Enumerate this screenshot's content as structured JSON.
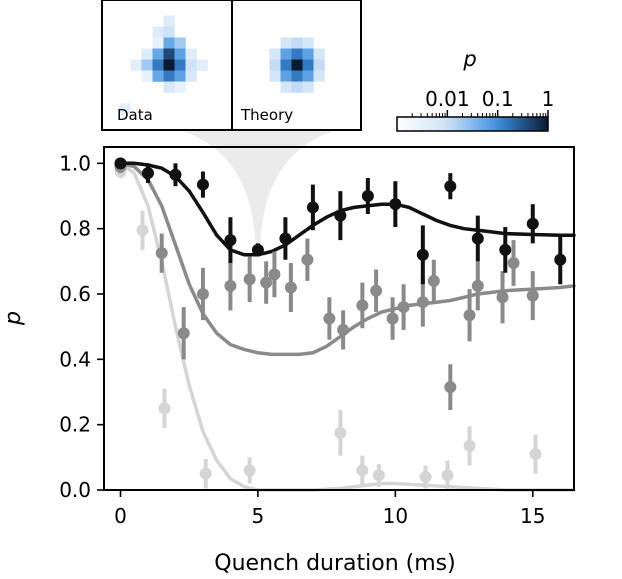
{
  "chart_data": [
    {
      "type": "scatter",
      "title": "",
      "xlabel": "Quench duration (ms)",
      "ylabel": "p",
      "xlim": [
        -0.6,
        16.5
      ],
      "ylim": [
        0,
        1.05
      ],
      "x_ticks": [
        0,
        5,
        10,
        15
      ],
      "y_ticks": [
        0.0,
        0.2,
        0.4,
        0.6,
        0.8,
        1.0
      ],
      "grid": false,
      "legend": "none",
      "series": [
        {
          "color": "#111111",
          "points": [
            {
              "x": 0,
              "y": 1.0,
              "err": 0.015
            },
            {
              "x": 1,
              "y": 0.97,
              "err": 0.03
            },
            {
              "x": 2,
              "y": 0.965,
              "err": 0.035
            },
            {
              "x": 3,
              "y": 0.935,
              "err": 0.04
            },
            {
              "x": 4,
              "y": 0.765,
              "err": 0.07
            },
            {
              "x": 5,
              "y": 0.735,
              "err": 0.02
            },
            {
              "x": 6,
              "y": 0.77,
              "err": 0.065
            },
            {
              "x": 7,
              "y": 0.865,
              "err": 0.07
            },
            {
              "x": 8,
              "y": 0.84,
              "err": 0.075
            },
            {
              "x": 9,
              "y": 0.9,
              "err": 0.055
            },
            {
              "x": 10,
              "y": 0.875,
              "err": 0.07
            },
            {
              "x": 11,
              "y": 0.72,
              "err": 0.09
            },
            {
              "x": 12,
              "y": 0.93,
              "err": 0.04
            },
            {
              "x": 13,
              "y": 0.77,
              "err": 0.07
            },
            {
              "x": 14,
              "y": 0.735,
              "err": 0.07
            },
            {
              "x": 15,
              "y": 0.815,
              "err": 0.06
            },
            {
              "x": 16,
              "y": 0.705,
              "err": 0.075
            }
          ],
          "curve": [
            [
              0,
              1.0
            ],
            [
              0.5,
              1.0
            ],
            [
              1,
              0.995
            ],
            [
              1.5,
              0.985
            ],
            [
              2,
              0.96
            ],
            [
              2.5,
              0.915
            ],
            [
              3,
              0.85
            ],
            [
              3.5,
              0.78
            ],
            [
              4,
              0.735
            ],
            [
              4.5,
              0.72
            ],
            [
              5,
              0.72
            ],
            [
              5.5,
              0.73
            ],
            [
              6,
              0.75
            ],
            [
              6.5,
              0.78
            ],
            [
              7,
              0.81
            ],
            [
              7.5,
              0.835
            ],
            [
              8,
              0.855
            ],
            [
              8.5,
              0.865
            ],
            [
              9,
              0.87
            ],
            [
              9.5,
              0.875
            ],
            [
              10,
              0.875
            ],
            [
              10.5,
              0.865
            ],
            [
              11,
              0.845
            ],
            [
              11.5,
              0.825
            ],
            [
              12,
              0.81
            ],
            [
              12.5,
              0.8
            ],
            [
              13,
              0.795
            ],
            [
              13.5,
              0.79
            ],
            [
              14,
              0.785
            ],
            [
              15,
              0.782
            ],
            [
              16,
              0.78
            ],
            [
              16.5,
              0.78
            ]
          ]
        },
        {
          "color": "#8a8a8a",
          "points": [
            {
              "x": 0,
              "y": 0.99,
              "err": 0.02
            },
            {
              "x": 1.5,
              "y": 0.725,
              "err": 0.06
            },
            {
              "x": 2.3,
              "y": 0.48,
              "err": 0.08
            },
            {
              "x": 3,
              "y": 0.6,
              "err": 0.08
            },
            {
              "x": 4,
              "y": 0.625,
              "err": 0.075
            },
            {
              "x": 4.7,
              "y": 0.645,
              "err": 0.07
            },
            {
              "x": 5.3,
              "y": 0.635,
              "err": 0.065
            },
            {
              "x": 5.6,
              "y": 0.66,
              "err": 0.07
            },
            {
              "x": 6.2,
              "y": 0.62,
              "err": 0.075
            },
            {
              "x": 6.8,
              "y": 0.705,
              "err": 0.065
            },
            {
              "x": 7.6,
              "y": 0.525,
              "err": 0.065
            },
            {
              "x": 8.1,
              "y": 0.49,
              "err": 0.06
            },
            {
              "x": 8.8,
              "y": 0.565,
              "err": 0.07
            },
            {
              "x": 9.3,
              "y": 0.61,
              "err": 0.065
            },
            {
              "x": 9.9,
              "y": 0.525,
              "err": 0.065
            },
            {
              "x": 10.3,
              "y": 0.56,
              "err": 0.07
            },
            {
              "x": 11.0,
              "y": 0.575,
              "err": 0.075
            },
            {
              "x": 11.4,
              "y": 0.64,
              "err": 0.065
            },
            {
              "x": 12.0,
              "y": 0.315,
              "err": 0.07
            },
            {
              "x": 12.7,
              "y": 0.535,
              "err": 0.08
            },
            {
              "x": 13.0,
              "y": 0.625,
              "err": 0.075
            },
            {
              "x": 13.9,
              "y": 0.59,
              "err": 0.08
            },
            {
              "x": 14.3,
              "y": 0.695,
              "err": 0.07
            },
            {
              "x": 15.0,
              "y": 0.595,
              "err": 0.075
            }
          ],
          "curve": [
            [
              0,
              1.0
            ],
            [
              0.5,
              0.99
            ],
            [
              1,
              0.95
            ],
            [
              1.5,
              0.87
            ],
            [
              2,
              0.75
            ],
            [
              2.5,
              0.63
            ],
            [
              3,
              0.54
            ],
            [
              3.5,
              0.48
            ],
            [
              4,
              0.445
            ],
            [
              4.5,
              0.43
            ],
            [
              5,
              0.42
            ],
            [
              5.5,
              0.415
            ],
            [
              6,
              0.415
            ],
            [
              6.5,
              0.415
            ],
            [
              7,
              0.42
            ],
            [
              7.5,
              0.44
            ],
            [
              8,
              0.47
            ],
            [
              8.5,
              0.5
            ],
            [
              9,
              0.525
            ],
            [
              9.5,
              0.545
            ],
            [
              10,
              0.555
            ],
            [
              10.5,
              0.565
            ],
            [
              11,
              0.57
            ],
            [
              11.5,
              0.575
            ],
            [
              12,
              0.58
            ],
            [
              12.5,
              0.59
            ],
            [
              13,
              0.6
            ],
            [
              13.5,
              0.605
            ],
            [
              14,
              0.61
            ],
            [
              15,
              0.615
            ],
            [
              16,
              0.62
            ],
            [
              16.5,
              0.625
            ]
          ]
        },
        {
          "color": "#d5d5d5",
          "points": [
            {
              "x": 0,
              "y": 0.975,
              "err": 0.02
            },
            {
              "x": 0.8,
              "y": 0.795,
              "err": 0.06
            },
            {
              "x": 1.6,
              "y": 0.25,
              "err": 0.06
            },
            {
              "x": 3.1,
              "y": 0.05,
              "err": 0.045
            },
            {
              "x": 4.7,
              "y": 0.06,
              "err": 0.04
            },
            {
              "x": 8.0,
              "y": 0.175,
              "err": 0.07
            },
            {
              "x": 8.8,
              "y": 0.06,
              "err": 0.045
            },
            {
              "x": 9.4,
              "y": 0.045,
              "err": 0.035
            },
            {
              "x": 11.1,
              "y": 0.04,
              "err": 0.035
            },
            {
              "x": 11.9,
              "y": 0.045,
              "err": 0.045
            },
            {
              "x": 12.7,
              "y": 0.135,
              "err": 0.06
            },
            {
              "x": 15.1,
              "y": 0.11,
              "err": 0.06
            }
          ],
          "curve": [
            [
              0,
              1.0
            ],
            [
              0.5,
              0.97
            ],
            [
              1,
              0.87
            ],
            [
              1.5,
              0.7
            ],
            [
              2,
              0.5
            ],
            [
              2.5,
              0.32
            ],
            [
              3,
              0.18
            ],
            [
              3.5,
              0.09
            ],
            [
              4,
              0.035
            ],
            [
              4.5,
              0.01
            ],
            [
              5,
              0.0
            ],
            [
              6,
              0.0
            ],
            [
              7,
              0.0
            ],
            [
              8,
              0.005
            ],
            [
              9,
              0.015
            ],
            [
              9.5,
              0.02
            ],
            [
              10,
              0.02
            ],
            [
              11,
              0.015
            ],
            [
              12,
              0.01
            ],
            [
              13,
              0.005
            ],
            [
              14,
              0.0
            ],
            [
              16.5,
              0.0
            ]
          ]
        }
      ]
    },
    {
      "type": "heatmap",
      "panels": [
        {
          "label": "Data",
          "values": [
            [
              0.0,
              0.0,
              0.0,
              0.0,
              0.005,
              0.0,
              0.0,
              0.0,
              0.0
            ],
            [
              0.0,
              0.0,
              0.0,
              0.005,
              0.01,
              0.0,
              0.0,
              0.0,
              0.0
            ],
            [
              0.0,
              0.0,
              0.0,
              0.003,
              0.05,
              0.02,
              0.0,
              0.0,
              0.0
            ],
            [
              0.0,
              0.0,
              0.005,
              0.05,
              0.4,
              0.06,
              0.005,
              0.0,
              0.0
            ],
            [
              0.0,
              0.004,
              0.02,
              0.15,
              1.0,
              0.15,
              0.01,
              0.004,
              0.0
            ],
            [
              0.0,
              0.0,
              0.003,
              0.05,
              0.15,
              0.06,
              0.006,
              0.0,
              0.0
            ],
            [
              0.0,
              0.0,
              0.0,
              0.0,
              0.006,
              0.003,
              0.0,
              0.0,
              0.0
            ],
            [
              0.0,
              0.0,
              0.0,
              0.0,
              0.0,
              0.0,
              0.0,
              0.0,
              0.0
            ],
            [
              0.004,
              0.0,
              0.0,
              0.0,
              0.0,
              0.0,
              0.0,
              0.0,
              0.0
            ]
          ]
        },
        {
          "label": "Theory",
          "values": [
            [
              0.0,
              0.0,
              0.0,
              0.0,
              0.0,
              0.0,
              0.0,
              0.0,
              0.0
            ],
            [
              0.0,
              0.0,
              0.0,
              0.0,
              0.0,
              0.0,
              0.0,
              0.0,
              0.0
            ],
            [
              0.0,
              0.0,
              0.0,
              0.007,
              0.012,
              0.007,
              0.0,
              0.0,
              0.0
            ],
            [
              0.0,
              0.0,
              0.007,
              0.06,
              0.15,
              0.06,
              0.007,
              0.0,
              0.0
            ],
            [
              0.0,
              0.0,
              0.012,
              0.15,
              1.0,
              0.15,
              0.012,
              0.0,
              0.0
            ],
            [
              0.0,
              0.0,
              0.007,
              0.06,
              0.15,
              0.06,
              0.007,
              0.0,
              0.0
            ],
            [
              0.0,
              0.0,
              0.0,
              0.007,
              0.012,
              0.007,
              0.0,
              0.0,
              0.0
            ],
            [
              0.0,
              0.0,
              0.0,
              0.0,
              0.0,
              0.0,
              0.0,
              0.0,
              0.0
            ],
            [
              0.0,
              0.0,
              0.0,
              0.0,
              0.0,
              0.0,
              0.0,
              0.0,
              0.0
            ]
          ]
        }
      ],
      "colorbar": {
        "label": "p",
        "scale": "log",
        "range": [
          0.001,
          1
        ],
        "ticks": [
          "0.01",
          "0.1",
          "1"
        ],
        "tick_values": [
          0.01,
          0.1,
          1
        ],
        "colors": [
          "#ffffff",
          "#cfe2f8",
          "#3d8fe0",
          "#0b1a33"
        ]
      }
    }
  ]
}
